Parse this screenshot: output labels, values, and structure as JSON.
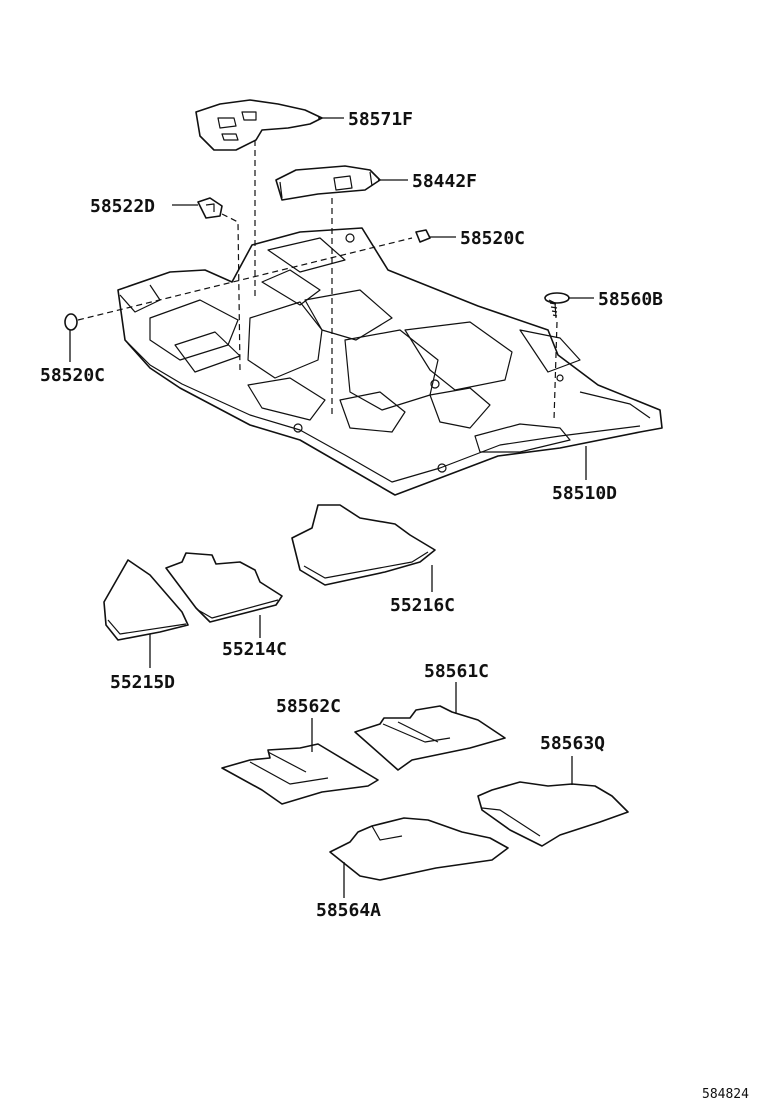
{
  "parts": {
    "p58571F": "58571F",
    "p58442F": "58442F",
    "p58522D": "58522D",
    "p58520C_right": "58520C",
    "p58560B": "58560B",
    "p58520C_left": "58520C",
    "p58510D": "58510D",
    "p55216C": "55216C",
    "p55214C": "55214C",
    "p55215D": "55215D",
    "p58561C": "58561C",
    "p58562C": "58562C",
    "p58563Q": "58563Q",
    "p58564A": "58564A"
  },
  "diagram_code": "584824"
}
